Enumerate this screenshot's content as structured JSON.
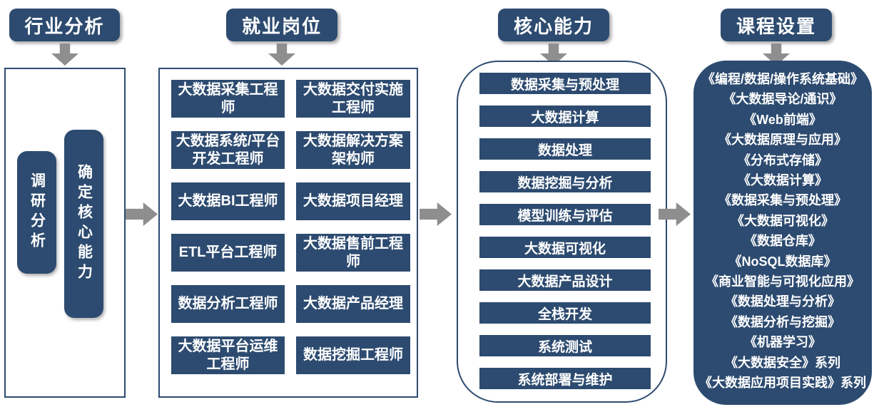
{
  "palette": {
    "navy": "#2d4b70",
    "panel_border": "#2d4b70",
    "arrow_gray": "#8e8e8e",
    "text_on_navy": "#ffffff"
  },
  "industry": {
    "header": "行业分析",
    "steps": [
      "调研分析",
      "确定核心能力"
    ]
  },
  "jobs": {
    "header": "就业岗位",
    "items": [
      "大数据采集工程师",
      "大数据交付实施工程师",
      "大数据系统/平台开发工程师",
      "大数据解决方案架构师",
      "大数据BI工程师",
      "大数据项目经理",
      "ETL平台工程师",
      "大数据售前工程师",
      "数据分析工程师",
      "大数据产品经理",
      "大数据平台运维工程师",
      "数据挖掘工程师"
    ]
  },
  "capabilities": {
    "header": "核心能力",
    "items": [
      "数据采集与预处理",
      "大数据计算",
      "数据处理",
      "数据挖掘与分析",
      "模型训练与评估",
      "大数据可视化",
      "大数据产品设计",
      "全栈开发",
      "系统测试",
      "系统部署与维护"
    ]
  },
  "courses": {
    "header": "课程设置",
    "items": [
      "《编程/数据/操作系统基础》",
      "《大数据导论/通识》",
      "《Web前端》",
      "《大数据原理与应用》",
      "《分布式存储》",
      "《大数据计算》",
      "《数据采集与预处理》",
      "《大数据可视化》",
      "《数据仓库》",
      "《NoSQL数据库》",
      "《商业智能与可视化应用》",
      "《数据处理与分析》",
      "《数据分析与挖掘》",
      "《机器学习》",
      "《大数据安全》系列",
      "《大数据应用项目实践》系列"
    ]
  }
}
